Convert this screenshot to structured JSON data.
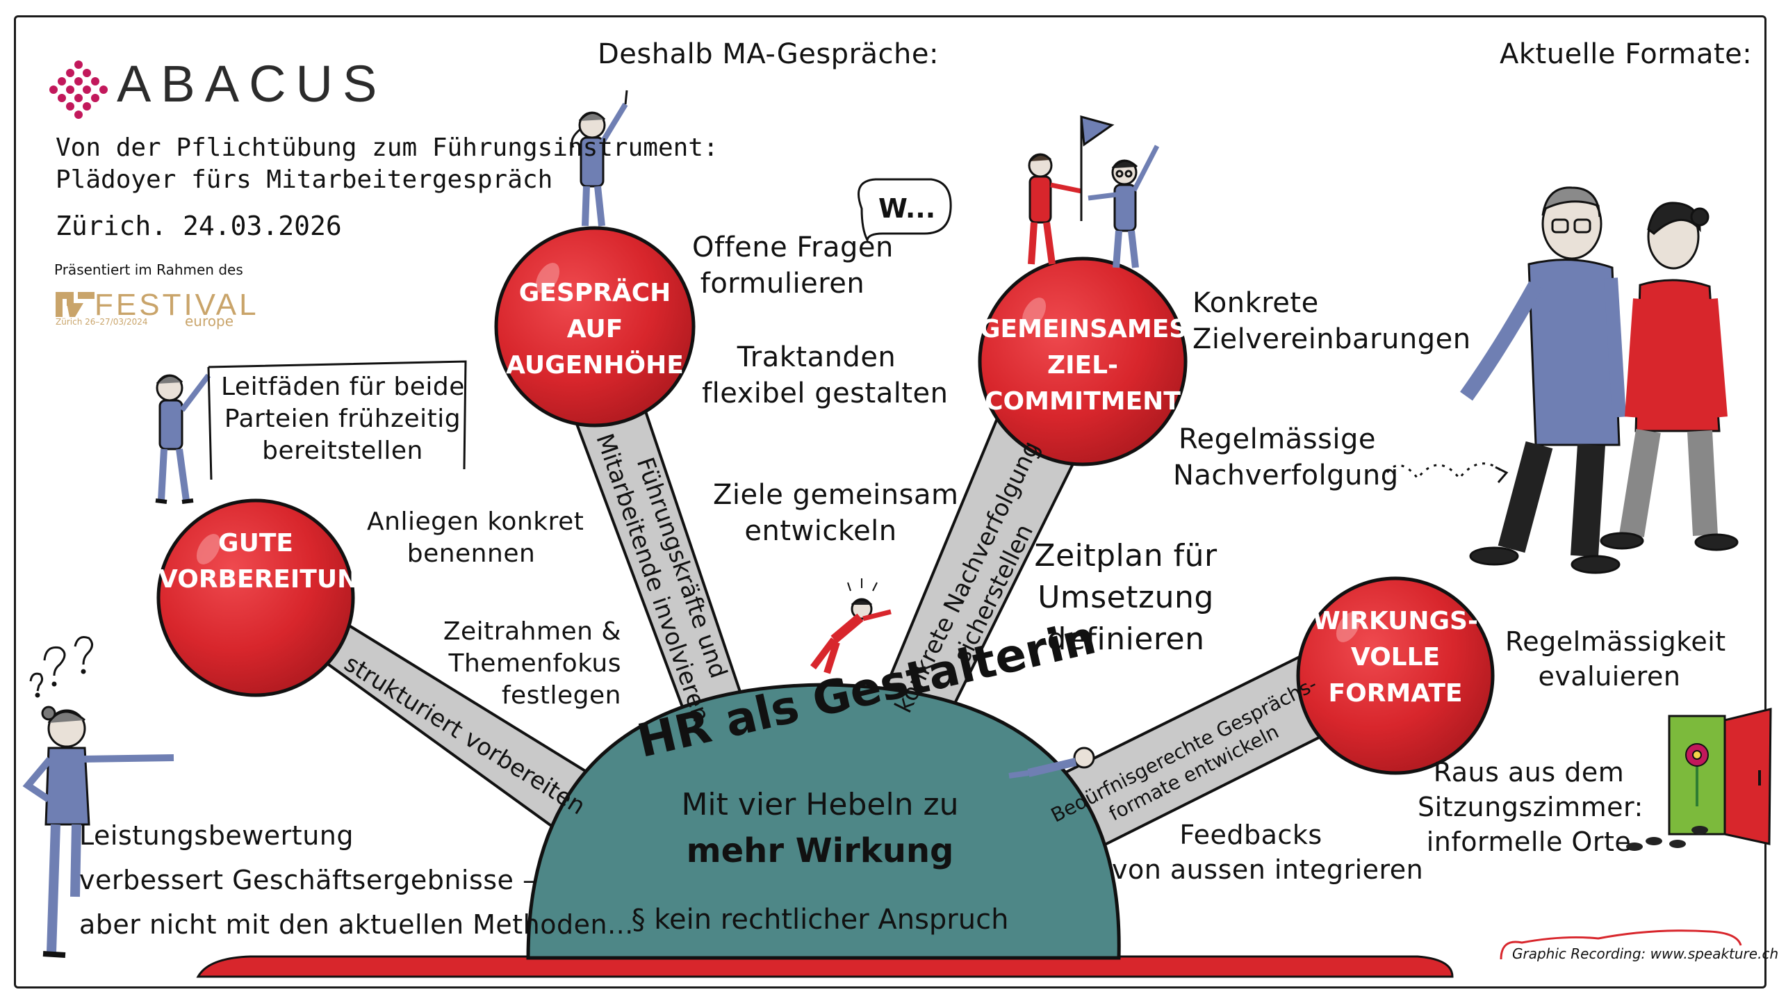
{
  "header": {
    "brand": "ABACUS",
    "subtitle_line1": "Von der Pflichtübung zum Führungsinstrument:",
    "subtitle_line2": "Plädoyer fürs Mitarbeitergespräch",
    "date": "Zürich. 24.03.2026",
    "presented": "Präsentiert im Rahmen des",
    "festival_name": "FESTIVAL",
    "festival_dates": "Zürich 26–27/03/2024",
    "festival_region": "europe",
    "section_left": "Deshalb MA-Gespräche:",
    "section_right": "Aktuelle Formate:"
  },
  "center": {
    "title": "HR als Gestalterin",
    "line1": "Mit vier Hebeln zu",
    "line2": "mehr Wirkung",
    "line3": "§ kein rechtlicher Anspruch"
  },
  "levers": [
    {
      "circle_line1": "GUTE",
      "circle_line2": "VORBEREITUNG",
      "circle_line3": "",
      "stick": "strukturiert vorbereiten",
      "notes": [
        {
          "l1": "Leitfäden für beide",
          "l2": "Parteien frühzeitig",
          "l3": "bereitstellen"
        },
        {
          "l1": "Anliegen konkret",
          "l2": "benennen",
          "l3": ""
        },
        {
          "l1": "Zeitrahmen &",
          "l2": "Themenfokus",
          "l3": "festlegen"
        }
      ]
    },
    {
      "circle_line1": "GESPRÄCH",
      "circle_line2": "AUF",
      "circle_line3": "AUGENHÖHE",
      "stick_l1": "Führungskräfte und",
      "stick_l2": "Mitarbeitende involvieren",
      "notes": [
        {
          "l1": "Offene Fragen",
          "l2": "formulieren",
          "l3": ""
        },
        {
          "l1": "Traktanden",
          "l2": "flexibel gestalten",
          "l3": ""
        },
        {
          "l1": "Ziele gemeinsam",
          "l2": "entwickeln",
          "l3": ""
        }
      ],
      "bubble": "W..."
    },
    {
      "circle_line1": "GEMEINSAMES",
      "circle_line2": "ZIEL-",
      "circle_line3": "COMMITMENT",
      "stick_l1": "konkrete Nachverfolgung",
      "stick_l2": "sicherstellen",
      "notes": [
        {
          "l1": "Konkrete",
          "l2": "Zielvereinbarungen",
          "l3": ""
        },
        {
          "l1": "Regelmässige",
          "l2": "Nachverfolgung",
          "l3": ""
        },
        {
          "l1": "Zeitplan für",
          "l2": "Umsetzung",
          "l3": "definieren"
        }
      ]
    },
    {
      "circle_line1": "WIRKUNGS-",
      "circle_line2": "VOLLE",
      "circle_line3": "FORMATE",
      "stick_l1": "Bedürfnisgerechte Gesprächs-",
      "stick_l2": "formate entwickeln",
      "notes": [
        {
          "l1": "Regelmässigkeit",
          "l2": "evaluieren",
          "l3": ""
        },
        {
          "l1": "Raus aus dem",
          "l2": "Sitzungszimmer:",
          "l3": "informelle Orte"
        },
        {
          "l1": "Feedbacks",
          "l2": "von aussen integrieren",
          "l3": ""
        }
      ]
    }
  ],
  "bottom_left": {
    "l1": "Leistungsbewertung",
    "l2": "verbessert Geschäftsergebnisse –",
    "l3": "aber nicht mit den aktuellen Methoden..."
  },
  "credit": "Graphic Recording: www.speakture.ch",
  "colors": {
    "red": "#d8262c",
    "teal": "#4e8787",
    "stick": "#c9c9c9",
    "person_blue": "#6f7fb3",
    "person_red": "#d8262c",
    "accent_gold": "#c9a46a"
  },
  "icons": [
    "abacus-logo-icon",
    "question-marks-icon",
    "flag-icon",
    "speech-bubble-icon",
    "door-icon",
    "flower-icon",
    "footprints-icon"
  ]
}
